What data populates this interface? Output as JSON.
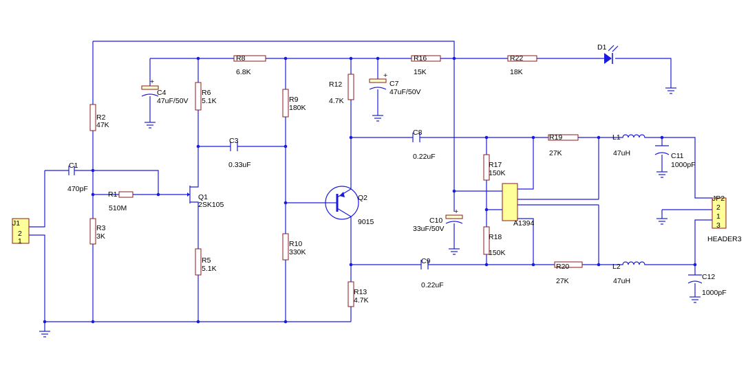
{
  "components": {
    "J1": {
      "ref": "J1",
      "pins": [
        "2",
        "1"
      ]
    },
    "JP2": {
      "ref": "JP2",
      "pins": [
        "2",
        "1",
        "3"
      ],
      "type": "HEADER3"
    },
    "C1": {
      "ref": "C1",
      "value": "470pF"
    },
    "R1": {
      "ref": "R1",
      "value": "510M"
    },
    "R2": {
      "ref": "R2",
      "value": "47K"
    },
    "R3": {
      "ref": "R3",
      "value": "3K"
    },
    "C4": {
      "ref": "C4",
      "value": "47uF/50V"
    },
    "R6": {
      "ref": "R6",
      "value": "5.1K"
    },
    "R8": {
      "ref": "R8",
      "value": "6.8K"
    },
    "R9": {
      "ref": "R9",
      "value": "180K"
    },
    "C3": {
      "ref": "C3",
      "value": "0.33uF"
    },
    "Q1": {
      "ref": "Q1",
      "value": "2SK105"
    },
    "R5": {
      "ref": "R5",
      "value": "5.1K"
    },
    "R10": {
      "ref": "R10",
      "value": "330K"
    },
    "R12": {
      "ref": "R12",
      "value": "4.7K"
    },
    "C7": {
      "ref": "C7",
      "value": "47uF/50V"
    },
    "Q2": {
      "ref": "Q2",
      "value": "9015"
    },
    "R13": {
      "ref": "R13",
      "value": "4.7K"
    },
    "R16": {
      "ref": "R16",
      "value": "15K"
    },
    "C8": {
      "ref": "C8",
      "value": "0.22uF"
    },
    "C9": {
      "ref": "C9",
      "value": "0.22uF"
    },
    "C10": {
      "ref": "C10",
      "value": "33uF/50V"
    },
    "R17": {
      "ref": "R17",
      "value": "150K"
    },
    "R18": {
      "ref": "R18",
      "value": "150K"
    },
    "U1": {
      "ref": "A1394"
    },
    "R22": {
      "ref": "R22",
      "value": "18K"
    },
    "D1": {
      "ref": "D1"
    },
    "R19": {
      "ref": "R19",
      "value": "27K"
    },
    "R20": {
      "ref": "R20",
      "value": "27K"
    },
    "L1": {
      "ref": "L1",
      "value": "47uH"
    },
    "L2": {
      "ref": "L2",
      "value": "47uH"
    },
    "C11": {
      "ref": "C11",
      "value": "1000pF"
    },
    "C12": {
      "ref": "C12",
      "value": "1000pF"
    }
  },
  "colors": {
    "wire": "#1a1adf",
    "body": "#8a1a1a",
    "ic_fill": "#ffff99"
  }
}
